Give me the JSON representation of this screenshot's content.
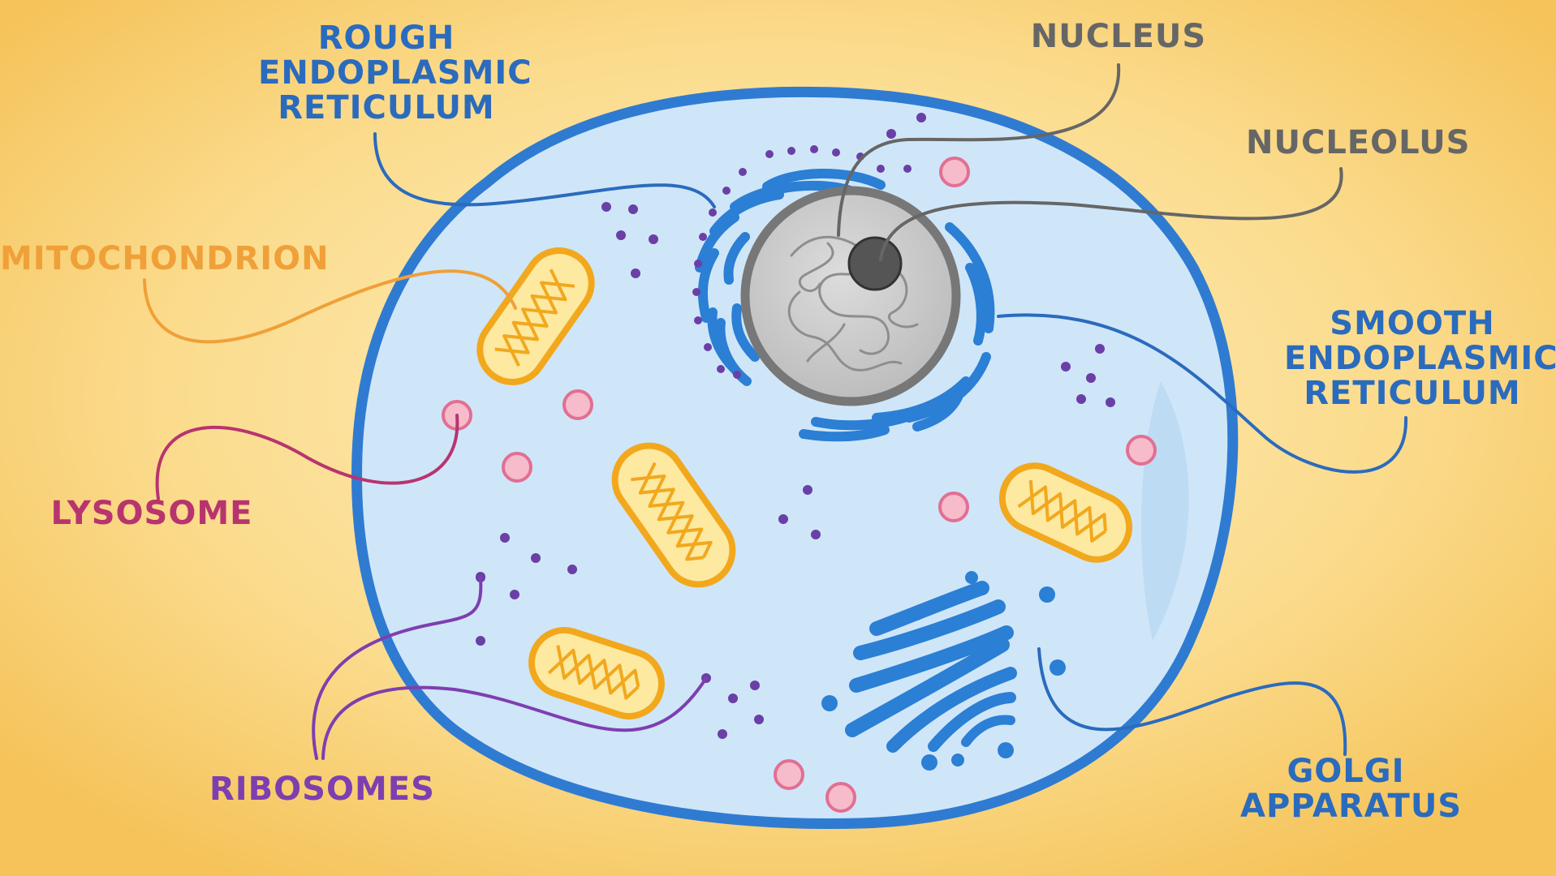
{
  "labels": {
    "rough_er": [
      "ROUGH",
      "ENDOPLASMIC",
      "RETICULUM"
    ],
    "nucleus": [
      "NUCLEUS"
    ],
    "nucleolus": [
      "NUCLEOLUS"
    ],
    "mitochondrion": [
      "MITOCHONDRION"
    ],
    "smooth_er": [
      "SMOOTH",
      "ENDOPLASMIC",
      "RETICULUM"
    ],
    "lysosome": [
      "LYSOSOME"
    ],
    "golgi": [
      "GOLGI",
      "APPARATUS"
    ],
    "ribosomes": [
      "RIBOSOMES"
    ]
  },
  "colors": {
    "background_center": "#fdeebd",
    "background_edge": "#f5c35a",
    "cytoplasm": "#cfe6f9",
    "membrane": "#2f7bd1",
    "organelle_blue": "#2b7fd4",
    "nucleus_gray": "#c8c8c8",
    "nucleolus": "#555555",
    "mitochondrion_fill": "#fde9a0",
    "mitochondrion_stroke": "#f2a81d",
    "lysosome": "#f6bccb",
    "ribosome": "#6a3fa6",
    "label_blue": "#2a6bbd",
    "label_gray": "#666666",
    "label_orange": "#f0a038",
    "label_magenta": "#b8346f",
    "label_purple": "#7d3fb0"
  }
}
